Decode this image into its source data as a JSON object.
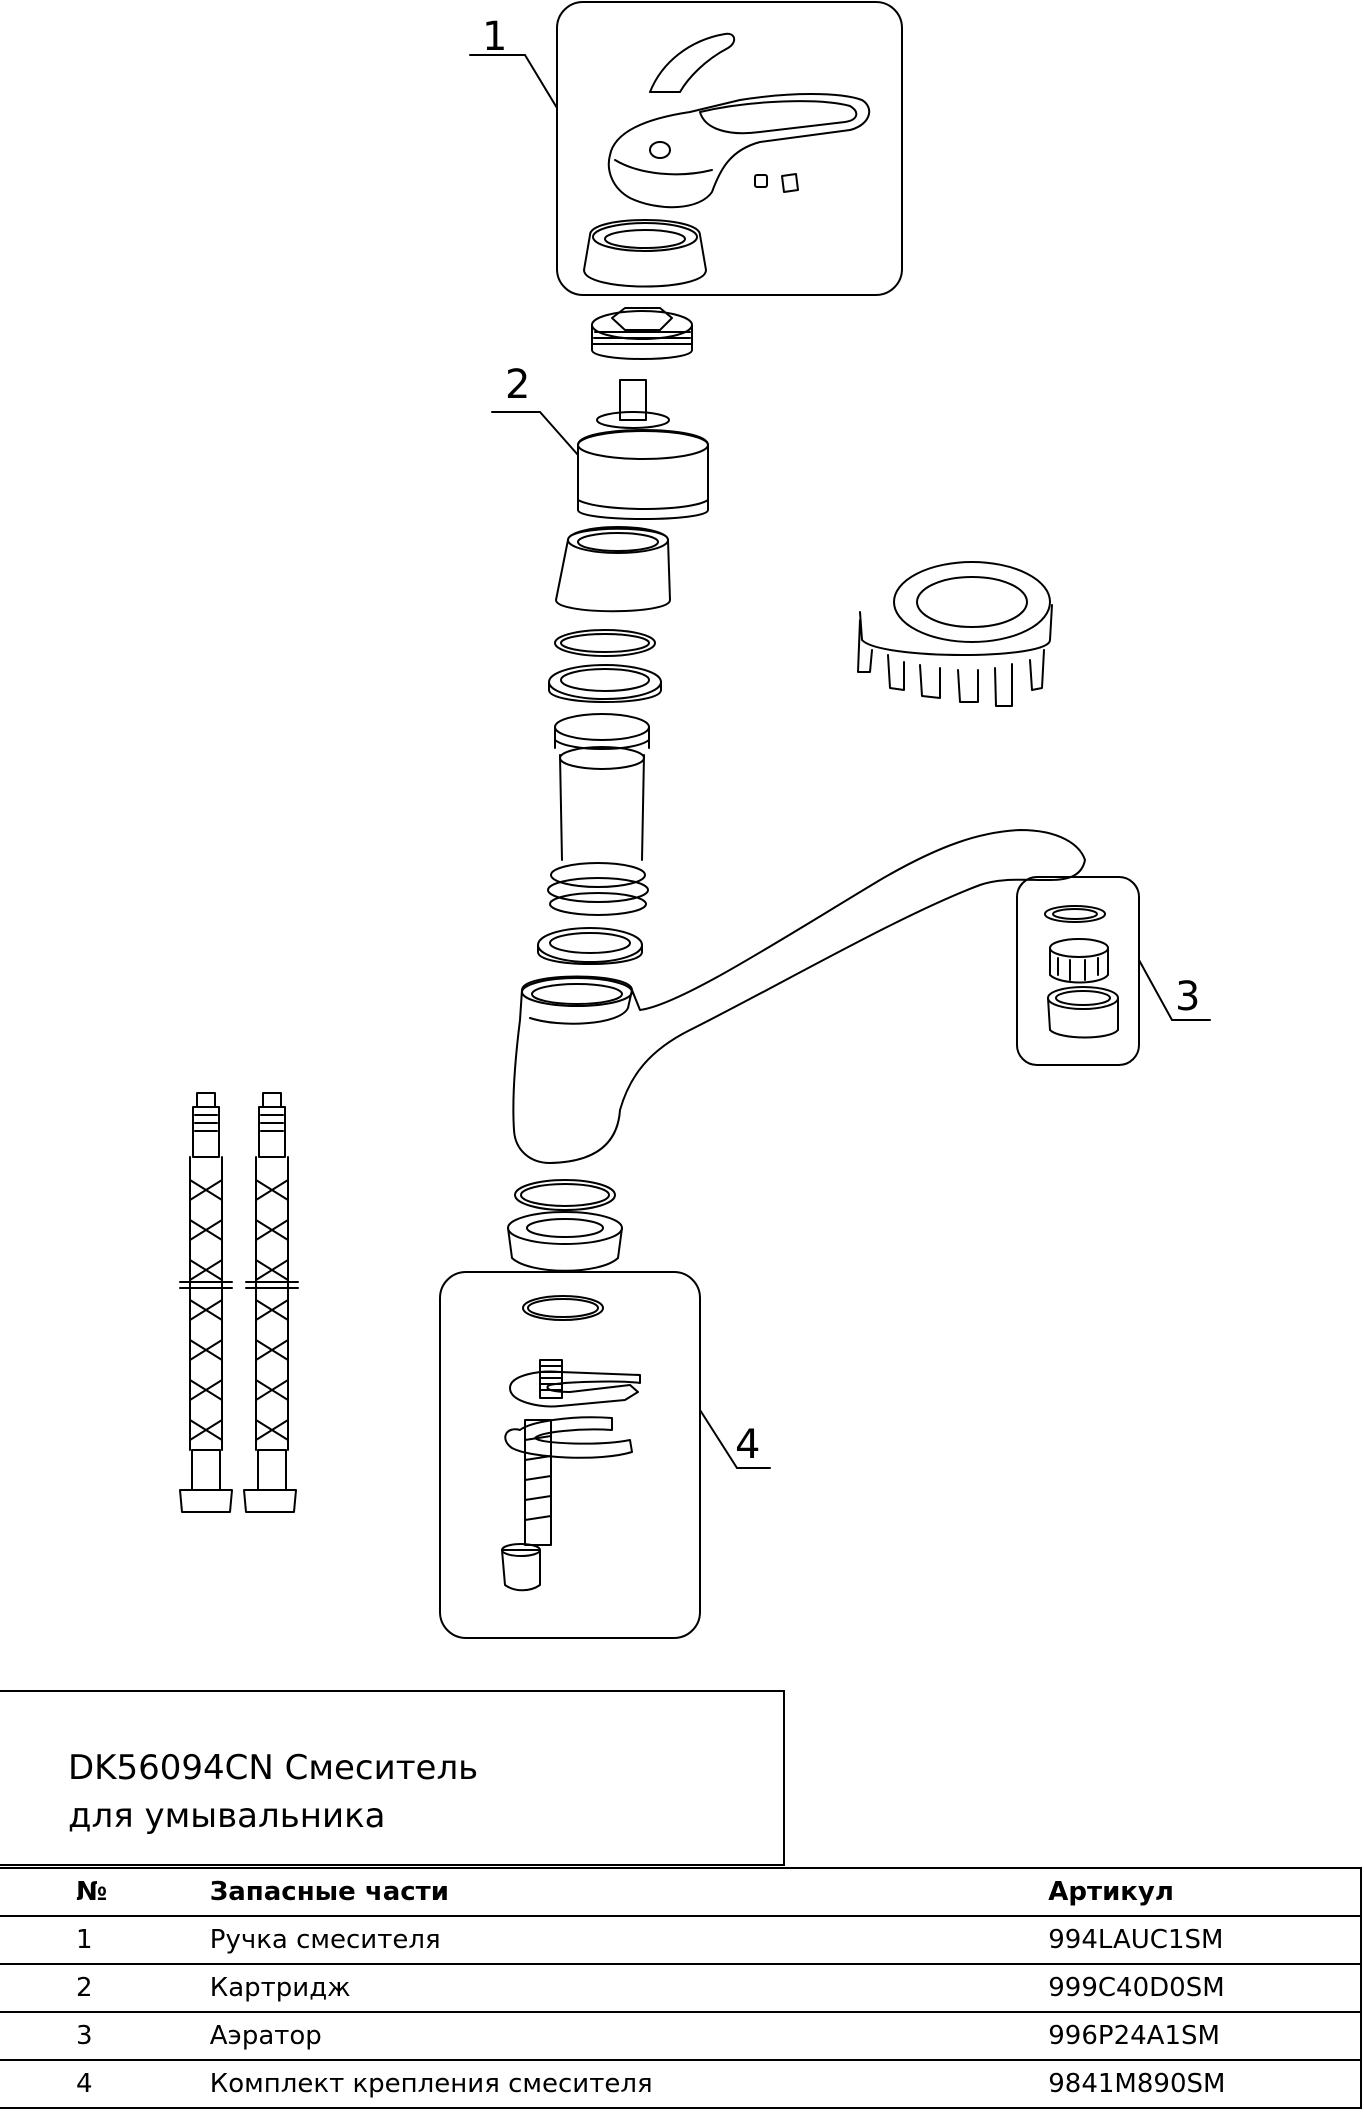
{
  "callouts": [
    "1",
    "2",
    "3",
    "4"
  ],
  "title": {
    "line1": "DK56094CN Смеситель",
    "line2": "для умывальника"
  },
  "table": {
    "headers": [
      "№",
      "Запасные части",
      "Артикул"
    ],
    "rows": [
      [
        "1",
        "Ручка смесителя",
        "994LAUC1SM"
      ],
      [
        "2",
        "Картридж",
        "999C40D0SM"
      ],
      [
        "3",
        "Аэратор",
        "996P24A1SM"
      ],
      [
        "4",
        "Комплект крепления смесителя",
        "9841M890SM"
      ]
    ]
  },
  "colors": {
    "line": "#000000",
    "background": "#ffffff"
  }
}
